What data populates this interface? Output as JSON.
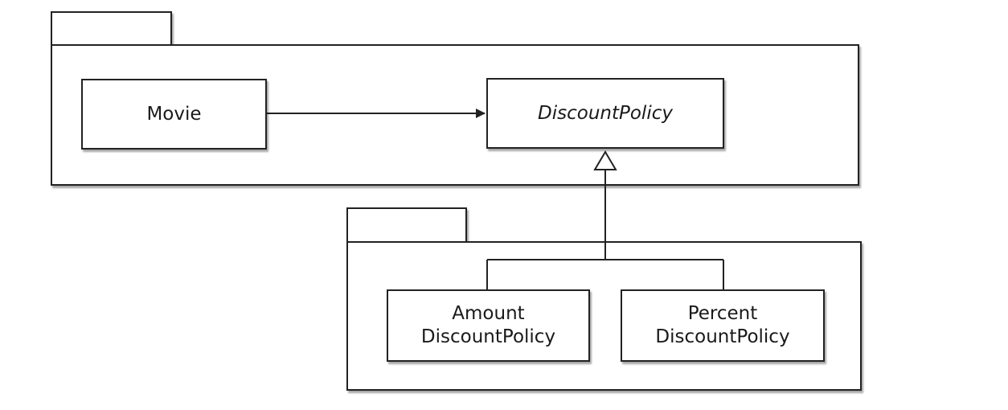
{
  "diagram": {
    "type": "uml-class-package-diagram",
    "classes": {
      "movie": {
        "label": "Movie",
        "abstract": false
      },
      "discount_policy": {
        "label": "DiscountPolicy",
        "abstract": true
      },
      "amount_discount_policy": {
        "label": "Amount\nDiscountPolicy",
        "abstract": false
      },
      "percent_discount_policy": {
        "label": "Percent\nDiscountPolicy",
        "abstract": false
      }
    },
    "relations": [
      {
        "type": "dependency",
        "from": "Movie",
        "to": "DiscountPolicy"
      },
      {
        "type": "generalization",
        "from": "AmountDiscountPolicy",
        "to": "DiscountPolicy"
      },
      {
        "type": "generalization",
        "from": "PercentDiscountPolicy",
        "to": "DiscountPolicy"
      }
    ],
    "colors": {
      "line": "#222222",
      "fill": "#ffffff",
      "text": "#1a1a1a"
    }
  }
}
